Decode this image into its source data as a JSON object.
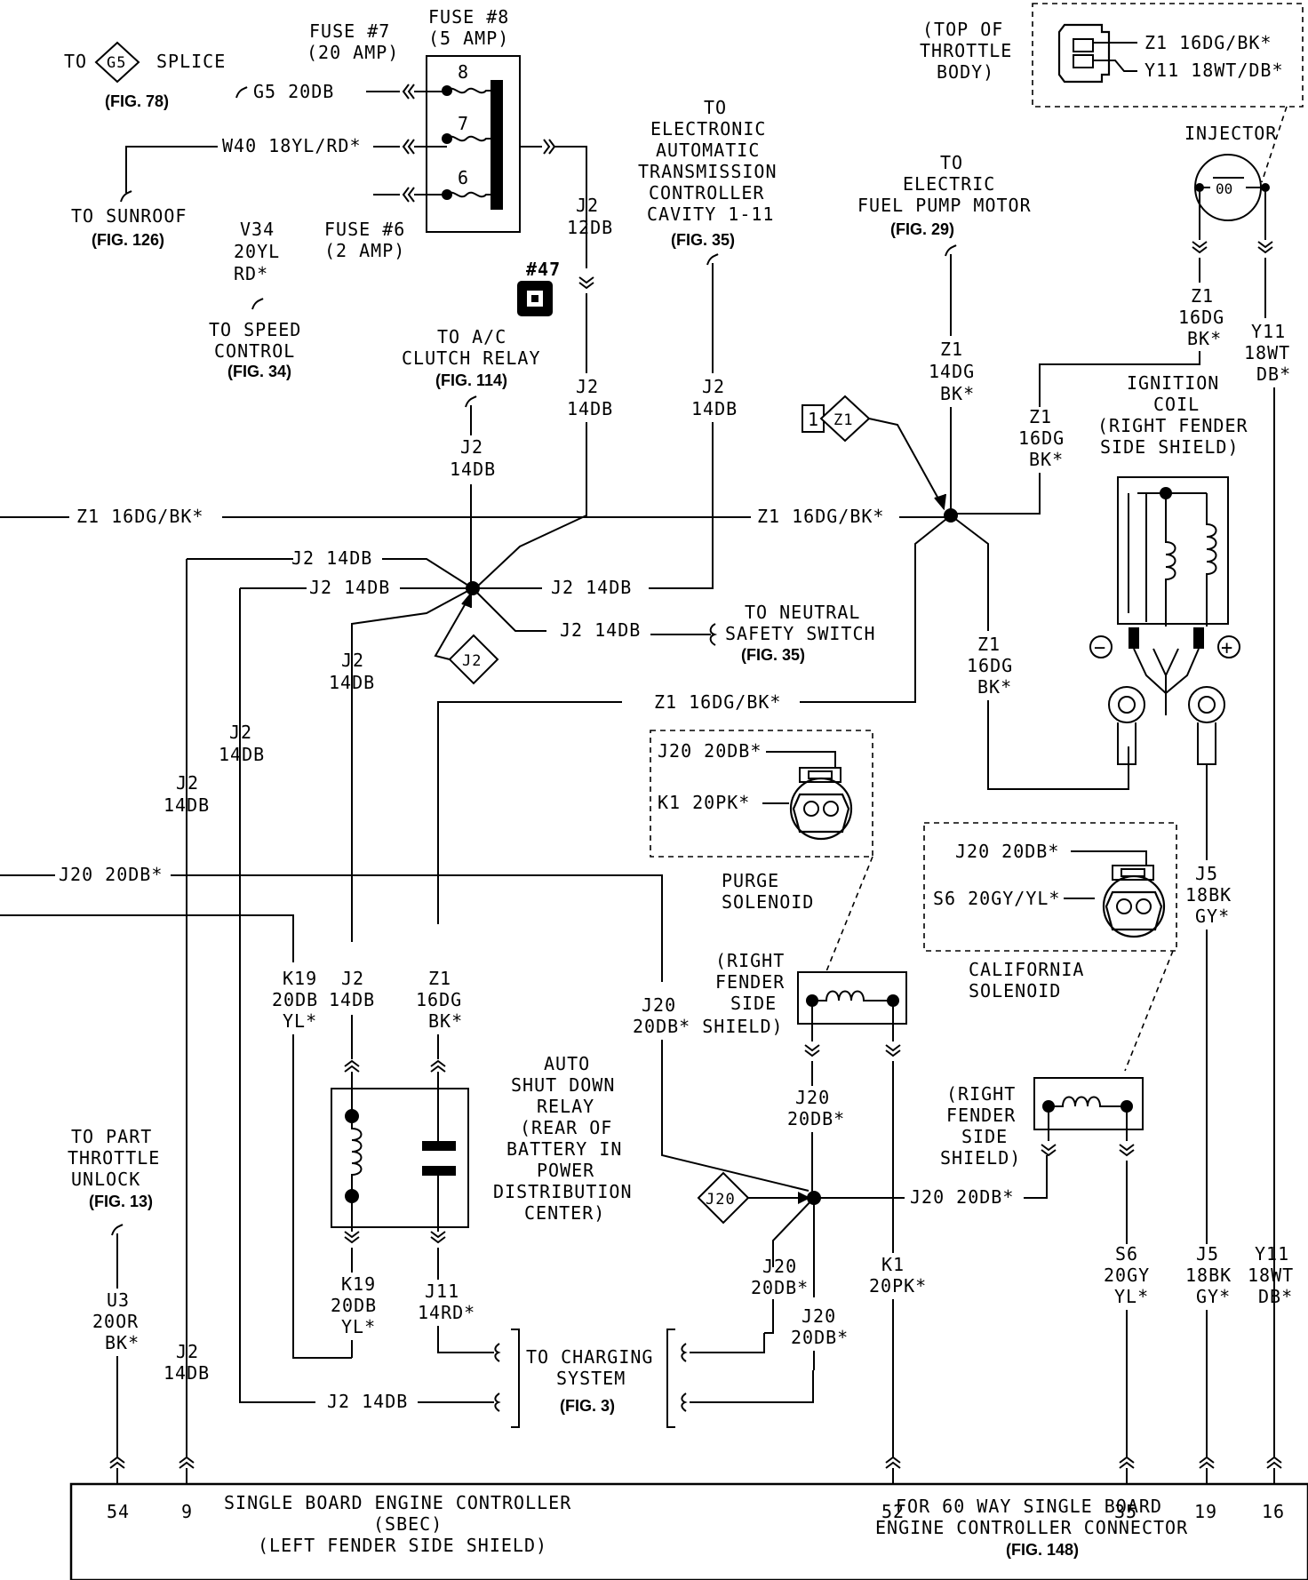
{
  "header": {
    "fuse7": [
      "FUSE #7",
      "(20 AMP)"
    ],
    "fuse8": [
      "FUSE #8",
      "(5 AMP)"
    ],
    "fuse6": [
      "FUSE #6",
      "(2 AMP)"
    ],
    "fuse_numbers": [
      "8",
      "7",
      "6"
    ],
    "g5_splice": {
      "prefix": "TO",
      "diamond": "G5",
      "suffix": "SPLICE",
      "fig": "(FIG. 78)"
    },
    "g5_wire": "G5 20DB",
    "w40_wire": "W40 18YL/RD*",
    "sunroof": [
      "TO SUNROOF"
    ],
    "sunroof_fig": "(FIG. 126)",
    "v34_wire": [
      "V34",
      "20YL",
      "RD*"
    ],
    "speed_control": [
      "TO SPEED",
      "CONTROL"
    ],
    "speed_fig": "(FIG. 34)",
    "j2_12db": [
      "J2",
      "12DB"
    ],
    "conn47": "#47",
    "eatx": [
      "TO",
      "ELECTRONIC",
      "AUTOMATIC",
      "TRANSMISSION",
      "CONTROLLER",
      "CAVITY 1-11"
    ],
    "eatx_fig": "(FIG. 35)",
    "fuel_pump": [
      "TO",
      "ELECTRIC",
      "FUEL PUMP MOTOR"
    ],
    "fuel_fig": "(FIG. 29)",
    "throttle_top": [
      "(TOP OF",
      "THROTTLE",
      "BODY)"
    ],
    "z1_pin": "Z1 16DG/BK*",
    "y11_pin": "Y11 18WT/DB*",
    "injector": "INJECTOR",
    "injector_sym": "00"
  },
  "middle": {
    "ac_clutch": [
      "TO A/C",
      "CLUTCH RELAY"
    ],
    "ac_fig": "(FIG. 114)",
    "j2_14db": [
      "J2",
      "14DB"
    ],
    "z1_16dg_bk": "Z1 16DG/BK*",
    "z1_14dg_bk": [
      "Z1",
      "14DG",
      "BK*"
    ],
    "z1_16dg_stack": [
      "Z1",
      "16DG",
      "BK*"
    ],
    "z1_splice_ref": "1",
    "z1_splice": "Z1",
    "j2_splice": "J2",
    "j2_14db_inline": "J2 14DB",
    "neutral_switch": [
      "TO NEUTRAL",
      "SAFETY SWITCH"
    ],
    "neutral_fig": "(FIG. 35)",
    "y11_wire": [
      "Y11",
      "18WT",
      "DB*"
    ],
    "ignition_coil": [
      "IGNITION",
      "COIL",
      "(RIGHT FENDER",
      "SIDE SHIELD)"
    ],
    "coil_minus": "−",
    "coil_plus": "+"
  },
  "lower": {
    "purge_j20": "J20 20DB*",
    "purge_k1": "K1 20PK*",
    "purge_solenoid": [
      "PURGE",
      "SOLENOID"
    ],
    "calif_j20": "J20 20DB*",
    "calif_s6": "S6 20GY/YL*",
    "calif_solenoid": [
      "CALIFORNIA",
      "SOLENOID"
    ],
    "j20_20db": "J20 20DB*",
    "j5_wire": [
      "J5",
      "18BK",
      "GY*"
    ],
    "k19_wire": [
      "K19",
      "20DB",
      "YL*"
    ],
    "z1_16dg_bk_low": [
      "Z1",
      "16DG",
      "BK*"
    ],
    "j20_stack": [
      "J20",
      "20DB*"
    ],
    "j20_shield": "20DB* SHIELD)",
    "right_fender_1": [
      "(RIGHT",
      "FENDER",
      "SIDE"
    ],
    "right_fender_2": [
      "(RIGHT",
      "FENDER",
      "SIDE",
      "SHIELD)"
    ],
    "asd_relay": [
      "AUTO",
      "SHUT DOWN",
      "RELAY",
      "(REAR OF",
      "BATTERY IN",
      "POWER",
      "DISTRIBUTION",
      "CENTER)"
    ],
    "j20_splice": "J20",
    "part_throttle": [
      "TO PART",
      "THROTTLE",
      "UNLOCK"
    ],
    "part_fig": "(FIG. 13)",
    "u3_wire": [
      "U3",
      "20OR",
      "BK*"
    ],
    "j11_wire": [
      "J11",
      "14RD*"
    ],
    "charging": [
      "TO CHARGING",
      "SYSTEM"
    ],
    "charging_fig": "(FIG. 3)",
    "k1_wire": [
      "K1",
      "20PK*"
    ],
    "s6_wire": [
      "S6",
      "20GY",
      "YL*"
    ],
    "j5_bottom": [
      "J5",
      "18BK",
      "GY*"
    ],
    "y11_bottom": [
      "Y11",
      "18WT",
      "DB*"
    ]
  },
  "controller": {
    "pins": [
      "54",
      "9",
      "52",
      "35",
      "19",
      "16"
    ],
    "name": [
      "SINGLE BOARD ENGINE CONTROLLER",
      "(SBEC)",
      "(LEFT FENDER SIDE SHIELD)"
    ],
    "connector": [
      "FOR 60 WAY SINGLE BOARD",
      "ENGINE CONTROLLER CONNECTOR"
    ],
    "connector_fig": "(FIG. 148)"
  }
}
